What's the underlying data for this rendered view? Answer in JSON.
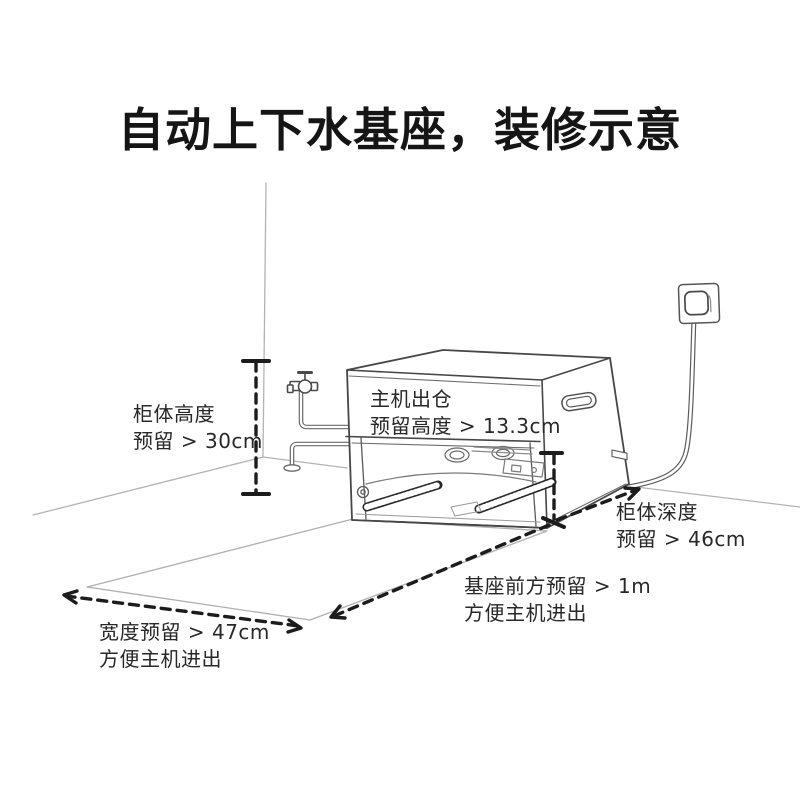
{
  "title": "自动上下水基座，装修示意",
  "annotations": {
    "cabinet_height": {
      "line1": "柜体高度",
      "line2": "预留 > 30cm"
    },
    "dock_exit_height": {
      "line1": "主机出仓",
      "line2": "预留高度 > 13.3cm"
    },
    "cabinet_depth": {
      "line1": "柜体深度",
      "line2": "预留 > 46cm"
    },
    "front_clearance": {
      "line1": "基座前方预留 > 1m",
      "line2": "方便主机进出"
    },
    "width_clearance": {
      "line1": "宽度预留 > 47cm",
      "line2": "方便主机进出"
    }
  },
  "icons": [
    "faucet-icon",
    "water-pipes",
    "power-outlet-icon",
    "power-cable",
    "base-station-drawing",
    "floor-mat",
    "dimension-arrows"
  ],
  "colors": {
    "background": "#ffffff",
    "title_text": "#151515",
    "annotation_text": "#282828",
    "dimension_line": "#1c1c1c",
    "drawing_line": "#474747",
    "light_line": "#b3b3b3",
    "tread_dark": "#262626"
  }
}
